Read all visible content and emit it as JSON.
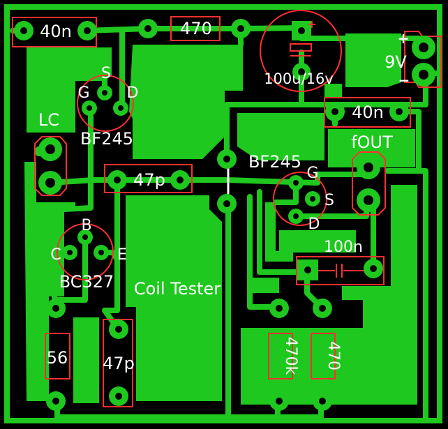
{
  "board": {
    "colors": {
      "background": "#000000",
      "copper": "#1ec81e",
      "silkscreen": "#ff3030",
      "text": "#ffffff",
      "pad_hole": "#000000"
    },
    "labels": {
      "c_top_left": "40n",
      "r_top": "470",
      "c_elec": "100u/16v",
      "plus_power": "+",
      "minus_power": "−",
      "power_voltage": "9V",
      "c_right": "40n",
      "lc": "LC",
      "fout": "fOUT",
      "q1_g": "G",
      "q1_s": "S",
      "q1_d": "D",
      "q1_name": "BF245",
      "q2_name": "BF245",
      "q2_g": "G",
      "q2_s": "S",
      "q2_d": "D",
      "c_mid": "47p",
      "c_100n": "100n",
      "q3_b": "B",
      "q3_c": "C",
      "q3_e": "E",
      "q3_name": "BC327",
      "title": "Coil Tester",
      "r_56": "56",
      "c_47p_bottom": "47p",
      "r_470k": "470k",
      "r_470_bottom": "470",
      "elec_plus_mark": "+"
    }
  }
}
